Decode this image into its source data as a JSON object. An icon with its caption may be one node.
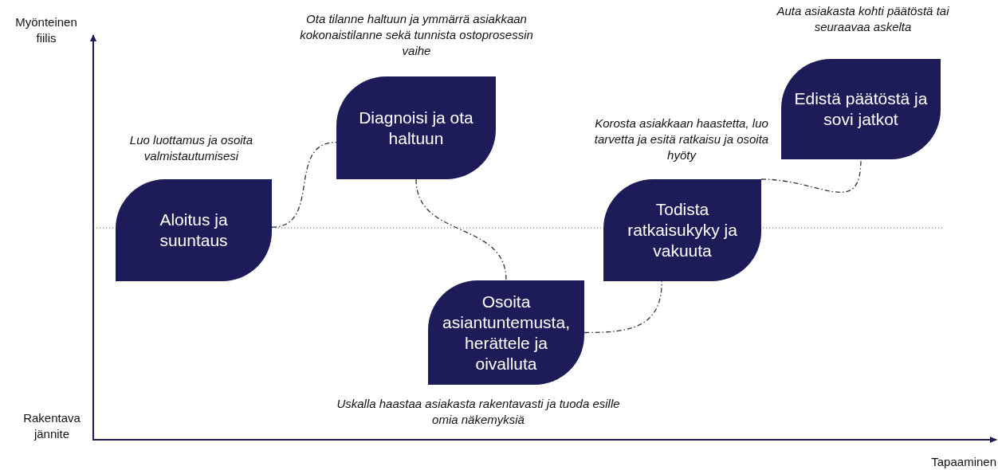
{
  "diagram": {
    "nodes": [
      {
        "text": [
          "Aloitus ja suuntaus"
        ],
        "beside": [
          "Luo luottamus ja osoita valmistautumisesi"
        ]
      },
      {
        "text": [
          "Diagnoisi ja ota haltuun"
        ],
        "beside": [
          "Ota tilanne haltuun ja ymmärrä asiakkaan kokonaistilanne sekä tunnista ostoprosessin vaihe"
        ]
      },
      {
        "text": [
          "Osoita asiantuntemusta, herättele ja oivalluta"
        ],
        "beside": [
          "Uskalla haastaa asiakasta rakentavasti ja tuoda esille omia näkemyksiä"
        ]
      },
      {
        "text": [
          "Todista ratkaisukyky ja vakuuta"
        ],
        "beside": [
          "Korosta asiakkaan haastetta, luo tarvetta ja esitä ratkaisu ja osoita hyöty"
        ]
      },
      {
        "text": [
          "Edistä päätöstä ja sovi jatkot"
        ],
        "beside": [
          "Auta asiakasta kohti päätöstä tai seuraavaa askelta"
        ]
      }
    ],
    "edges": [
      {
        "from": 0,
        "to": 1,
        "arrow": "none",
        "style": "dashed"
      },
      {
        "from": 1,
        "to": 2,
        "arrow": "none",
        "style": "dashed"
      },
      {
        "from": 2,
        "to": 3,
        "arrow": "none",
        "style": "dashed"
      },
      {
        "from": 3,
        "to": 4,
        "arrow": "none",
        "style": "dashed"
      }
    ],
    "labels": [
      "Myönteinen fiilis",
      "Rakentava jännite",
      "Tapaaminen"
    ]
  }
}
